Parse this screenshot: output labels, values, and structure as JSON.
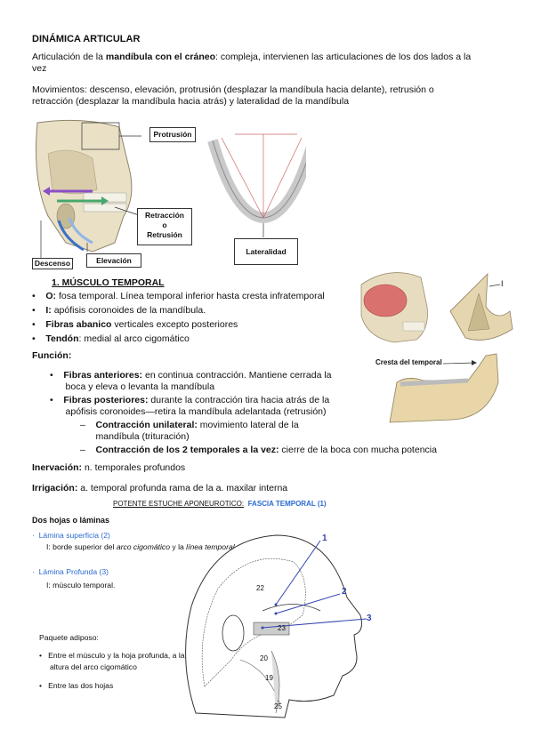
{
  "title": "DINÁMICA ARTICULAR",
  "intro": {
    "prefix": "Articulación de la ",
    "bold": "mandíbula con el cráneo",
    "suffix_line1": ": compleja, intervienen las articulaciones de los dos lados a la",
    "suffix_line2": "vez"
  },
  "movements": {
    "line1": "Movimientos: descenso, elevación, protrusión (desplazar la mandíbula hacia delante), retrusión o",
    "line2": "retracción (desplazar la mandíbula hacia atrás) y lateralidad de la mandíbula"
  },
  "figure1_labels": {
    "protrusion": "Protrusión",
    "retraction_1": "Retracción",
    "retraction_2": "o",
    "retraction_3": "Retrusión",
    "descent": "Descenso",
    "elevation": "Elevación",
    "laterality": "Lateralidad"
  },
  "muscle": {
    "heading": "1.  MÚSCULO TEMPORAL",
    "items": [
      {
        "label": "O:",
        "text": " fosa temporal. Línea temporal inferior hasta cresta infratemporal"
      },
      {
        "label": "I:",
        "text": " apófisis coronoides de la mandíbula."
      },
      {
        "label": "Fibras abanico",
        "text": " verticales excepto posteriores"
      },
      {
        "label": "Tendón",
        "text": ": medial al arco cigomático"
      }
    ],
    "figure_labels": {
      "insertion": "I",
      "crest": "Cresta del temporal"
    }
  },
  "function": {
    "heading": "Función:",
    "anterior_label": "Fibras anteriores:",
    "anterior_text_1": " en continua contracción. Mantiene cerrada la",
    "anterior_text_2": "boca y eleva o levanta la mandíbula",
    "posterior_label": "Fibras posteriores:",
    "posterior_text_1": " durante la contracción tira hacia atrás de la",
    "posterior_text_2": "apófisis coronoides—retira la mandíbula adelantada (retrusión)",
    "unilateral_label": "Contracción unilateral:",
    "unilateral_text_1": " movimiento lateral de la",
    "unilateral_text_2": "mandíbula (trituración)",
    "bilateral_label": "Contracción de los 2 temporales a la vez:",
    "bilateral_text": " cierre de la boca con mucha potencia"
  },
  "innervation": {
    "label": "Inervación:",
    "text": " n. temporales profundos"
  },
  "irrigation": {
    "label": "Irrigación:",
    "text": " a. temporal profunda rama de la a. maxilar interna"
  },
  "fascia": {
    "header_left": "POTENTE ESTUCHE APONEUROTICO:",
    "header_right": "FASCIA TEMPORAL (1)",
    "layers_title": "Dos hojas o láminas",
    "superficial_label": "Lámina superficia (2)",
    "superficial_text_prefix": "I: borde superior del ",
    "superficial_text_italic1": "arco cigomático",
    "superficial_text_mid": " y la ",
    "superficial_text_italic2": "línea temporal superior",
    "deep_label": "Lámina Profunda (3)",
    "deep_text": "I: músculo temporal.",
    "fat_title": "Paquete adiposo:",
    "fat_item1_line1": "Entre el músculo y la hoja profunda, a la",
    "fat_item1_line2": "altura del arco cigomático",
    "fat_item2": "Entre las dos hojas",
    "fig_numbers": [
      "1",
      "2",
      "3",
      "22",
      "23",
      "20",
      "19",
      "25"
    ]
  }
}
